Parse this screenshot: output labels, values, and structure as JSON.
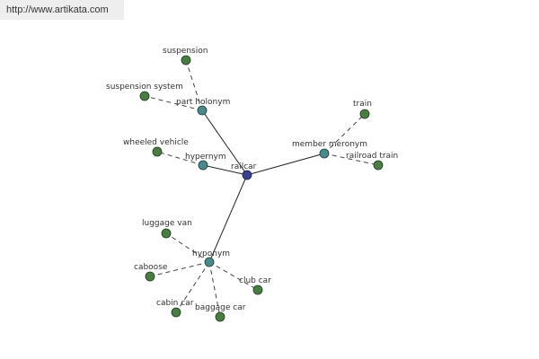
{
  "watermark": "http://www.artikata.com",
  "colors": {
    "root_node": "#3b3f8f",
    "relation_node": "#4a8a8a",
    "leaf_node": "#4a7d44",
    "solid_edge": "#222222",
    "dashed_edge": "#444444"
  },
  "nodes": {
    "root": {
      "label": "railcar"
    },
    "part_holonym": {
      "label": "part holonym"
    },
    "hypernym": {
      "label": "hypernym"
    },
    "member_meronym": {
      "label": "member meronym"
    },
    "hyponym": {
      "label": "hyponym"
    },
    "suspension": {
      "label": "suspension"
    },
    "suspension_system": {
      "label": "suspension system"
    },
    "wheeled_vehicle": {
      "label": "wheeled vehicle"
    },
    "train": {
      "label": "train"
    },
    "railroad_train": {
      "label": "railroad train"
    },
    "luggage_van": {
      "label": "luggage van"
    },
    "caboose": {
      "label": "caboose"
    },
    "club_car": {
      "label": "club car"
    },
    "cabin_car": {
      "label": "cabin car"
    },
    "baggage_car": {
      "label": "baggage car"
    }
  }
}
